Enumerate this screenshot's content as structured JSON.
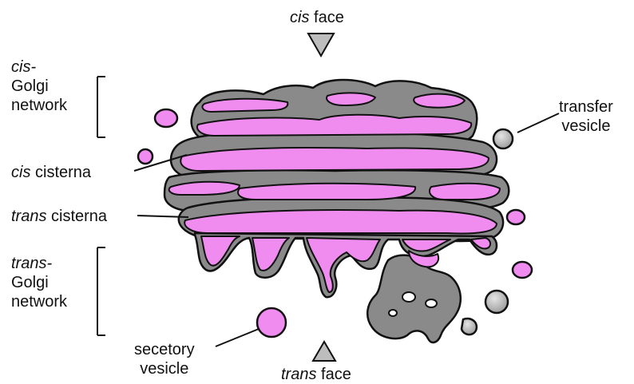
{
  "labels": {
    "cis_face_italic": "cis",
    "cis_face_rest": " face",
    "trans_face_italic": "trans",
    "trans_face_rest": " face",
    "cis_golgi_line1": "cis-",
    "cis_golgi_line2": "Golgi",
    "cis_golgi_line3": "network",
    "cis_cisterna_italic": "cis",
    "cis_cisterna_rest": " cisterna",
    "trans_cisterna_italic": "trans",
    "trans_cisterna_rest": " cisterna",
    "trans_golgi_line1": "trans-",
    "trans_golgi_line2": "Golgi",
    "trans_golgi_line3": "network",
    "transfer_line1": "transfer",
    "transfer_line2": "vesicle",
    "secretory_line1": "secetory",
    "secretory_line2": "vesicle"
  },
  "colors": {
    "membrane": "#8a8a8a",
    "lumen": "#f08cf0",
    "vesicle_grey": "#b5b5b5",
    "outline": "#111111"
  }
}
